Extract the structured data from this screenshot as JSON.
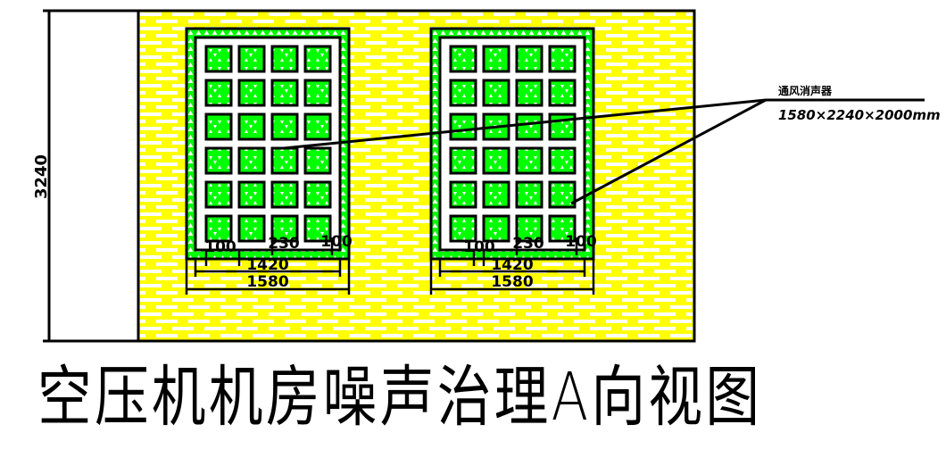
{
  "drawing": {
    "title": "空压机机房噪声治理A向视图",
    "height_dimension": "3240",
    "colors": {
      "wall_fill": "#ffff00",
      "brick_mortar": "#ffffff",
      "acoustic_panel": "#00ff00",
      "line": "#000000"
    },
    "panels": [
      {
        "id": "left",
        "grid": {
          "columns": 4,
          "rows": 6
        },
        "dimensions": {
          "edge_left": "100",
          "spacing": "230",
          "edge_right": "100",
          "inner_width": "1420",
          "outer_width": "1580"
        }
      },
      {
        "id": "right",
        "grid": {
          "columns": 4,
          "rows": 6
        },
        "dimensions": {
          "edge_left": "100",
          "spacing": "230",
          "edge_right": "100",
          "inner_width": "1420",
          "outer_width": "1580"
        }
      }
    ],
    "callout": {
      "label": "通风消声器",
      "size": "1580×2240×2000mm"
    }
  }
}
